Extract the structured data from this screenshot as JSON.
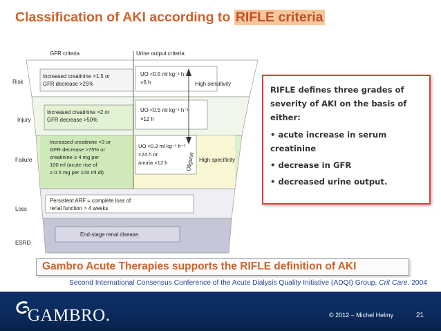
{
  "slide": {
    "title_prefix": "Classification of AKI according to ",
    "title_highlight": "RIFLE criteria",
    "diagram": {
      "col_headers": [
        "GFR criteria",
        "Urine output criteria"
      ],
      "stages": [
        "Risk",
        "Injury",
        "Failure",
        "Loss",
        "ESRD"
      ],
      "risk_gfr": [
        "Increased creatinine ×1.5 or",
        "GFR decrease >25%"
      ],
      "risk_uo": [
        "UO <0.5 ml kg⁻¹ h⁻¹",
        "×6 h"
      ],
      "injury_gfr": [
        "Increased creatinine ×2 or",
        "GFR decrease >50%"
      ],
      "injury_uo": [
        "UO <0.5 ml kg⁻¹ h⁻¹",
        "×12 h"
      ],
      "failure_gfr": [
        "Increased creatinine ×3 or",
        "GFR decrease >75% or",
        "creatinine ≥ 4 mg per",
        "100 ml (acute rise of",
        "≥ 0.5 mg per 100 ml dl)"
      ],
      "failure_uo": [
        "UO <0.3 ml kg⁻¹ h⁻¹",
        "×24 h or",
        "anuria ×12 h"
      ],
      "oliguria": "Oliguria",
      "high_sensitivity": "High sensitivity",
      "high_specificity": "High specificity",
      "loss_text": [
        "Persistent ARF = complete loss of",
        "renal function > 4 weeks"
      ],
      "esrd_text": "End-stage renal disease"
    },
    "note": {
      "intro": "RIFLE defines three grades of severity of AKI on the basis of either:",
      "bullets": [
        "• acute increase in serum creatinine",
        "• decrease in GFR",
        "• decreased urine output."
      ]
    },
    "banner": "Gambro Acute Therapies supports the RIFLE definition of AKI",
    "reference_main": "Second International Consensus Conference of the Acute Dialysis Quality Initiative (ADQI) Group. ",
    "reference_journal": "Crit Care",
    "reference_year": ". 2004",
    "footer": {
      "logo_text": "GAMBRO.",
      "copyright": "© 2012 – Michel Helmy",
      "page_number": "21"
    }
  },
  "colors": {
    "title": "#d0622a",
    "footer_bg": "#0d2f66",
    "note_border": "#e53935",
    "reference": "#1f3f8f"
  }
}
